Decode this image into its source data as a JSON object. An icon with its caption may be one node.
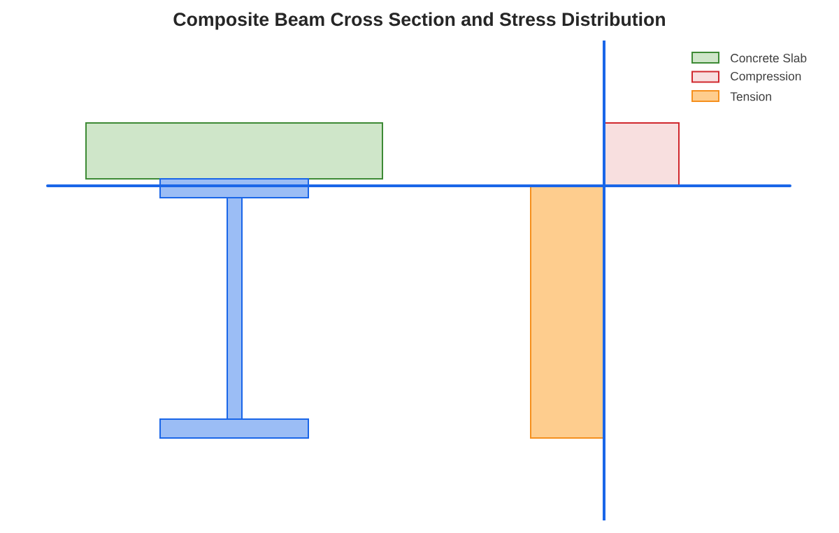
{
  "diagram": {
    "title": "Composite Beam Cross Section and Stress Distribution",
    "legend": [
      {
        "text": "Concrete Slab",
        "color": "#cfe6c9"
      },
      {
        "text": "Compression",
        "color": "#f8dfdf"
      },
      {
        "text": "Tension",
        "color": "#fecd8e"
      }
    ]
  }
}
